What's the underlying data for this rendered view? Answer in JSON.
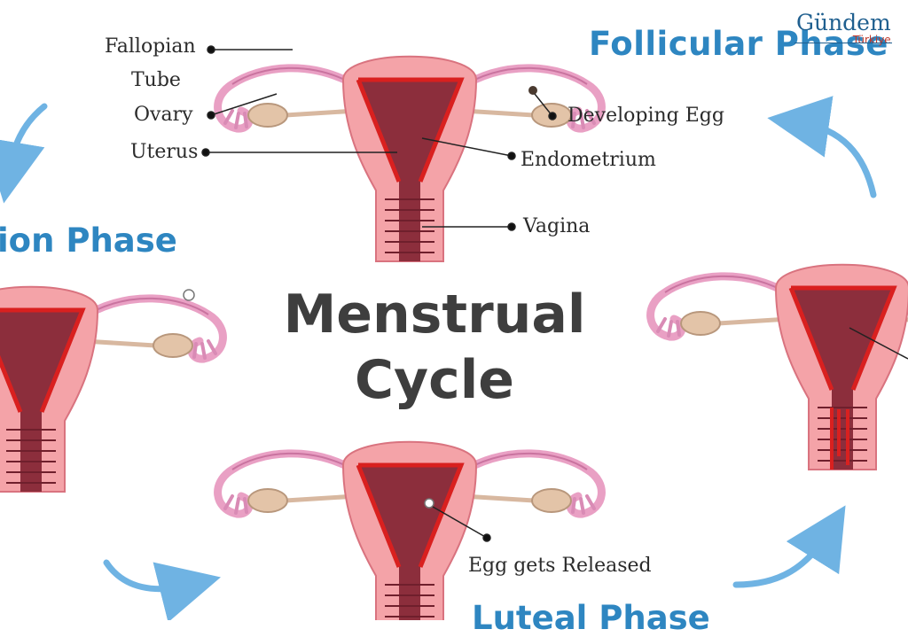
{
  "title": {
    "line1": "Menstrual",
    "line2": "Cycle"
  },
  "phases": {
    "follicular": "Follicular Phase",
    "ovulation": "ion Phase",
    "luteal": "Luteal Phase"
  },
  "labels": {
    "fallopian_tube_1": "Fallopian",
    "fallopian_tube_2": "Tube",
    "ovary": "Ovary",
    "uterus": "Uterus",
    "developing_egg": "Developing Egg",
    "endometrium": "Endometrium",
    "vagina": "Vagina",
    "egg_released": "Egg gets Released"
  },
  "watermark": {
    "main": "Gündem",
    "sub": "Türkiye"
  },
  "colors": {
    "phase_text": "#2e86c1",
    "title_text": "#3e3e3e",
    "tissue_pink": "#f4a3a8",
    "tube_pink": "#e9a0c4",
    "inner_red": "#8c2e3c",
    "blood_red": "#d9201f",
    "ovary_tan": "#e3c4a8",
    "arrow_blue": "#6fb3e3"
  },
  "icons": [
    "curved-arrow-icon"
  ]
}
